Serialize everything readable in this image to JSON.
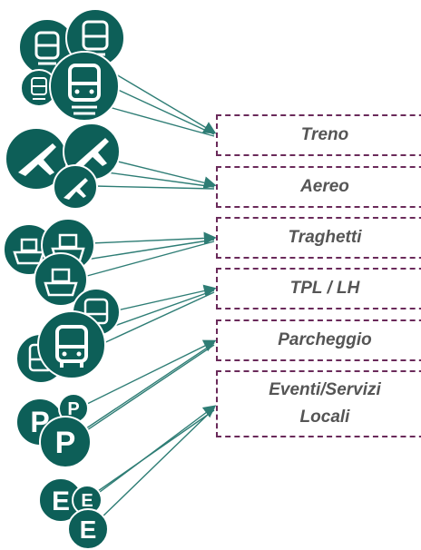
{
  "colors": {
    "teal": "#0d5f58",
    "arrow": "#2e7d75",
    "box_border": "#6a2a5a",
    "text": "#555555"
  },
  "groups": [
    {
      "id": "train",
      "icon": "train-icon",
      "label": "Treno"
    },
    {
      "id": "plane",
      "icon": "airplane-icon",
      "label": "Aereo"
    },
    {
      "id": "ferry",
      "icon": "ship-icon",
      "label": "Traghetti"
    },
    {
      "id": "bus",
      "icon": "bus-icon",
      "label": "TPL / LH"
    },
    {
      "id": "parking",
      "icon": "parking-icon",
      "label": "Parcheggio"
    },
    {
      "id": "events",
      "icon": "event-icon",
      "label": "Eventi/Servizi Locali"
    }
  ]
}
